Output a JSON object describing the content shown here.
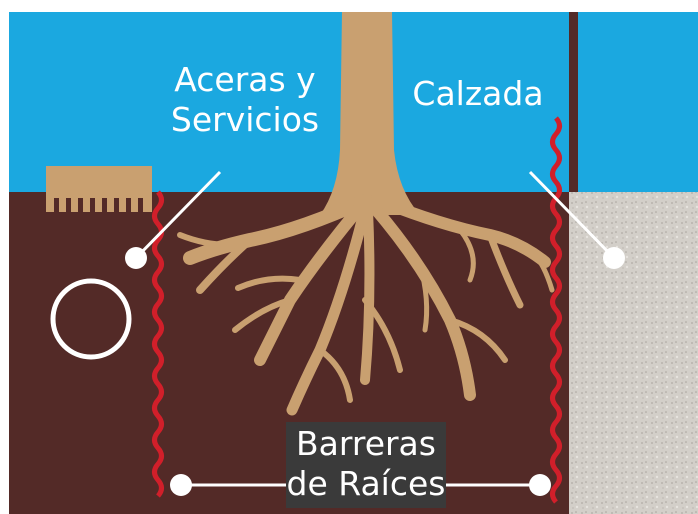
{
  "labels": {
    "sidewalks_line1": "Aceras y",
    "sidewalks_line2": "Servicios",
    "roadway": "Calzada",
    "barriers_line1": "Barreras",
    "barriers_line2": "de Raíces"
  },
  "colors": {
    "sky": "#1ba8e0",
    "soil": "#532a27",
    "tree": "#c9a070",
    "barrier": "#d11f2a",
    "road": "#d0ccc6",
    "callout": "#ffffff",
    "label_box": "#3a3a3a"
  }
}
